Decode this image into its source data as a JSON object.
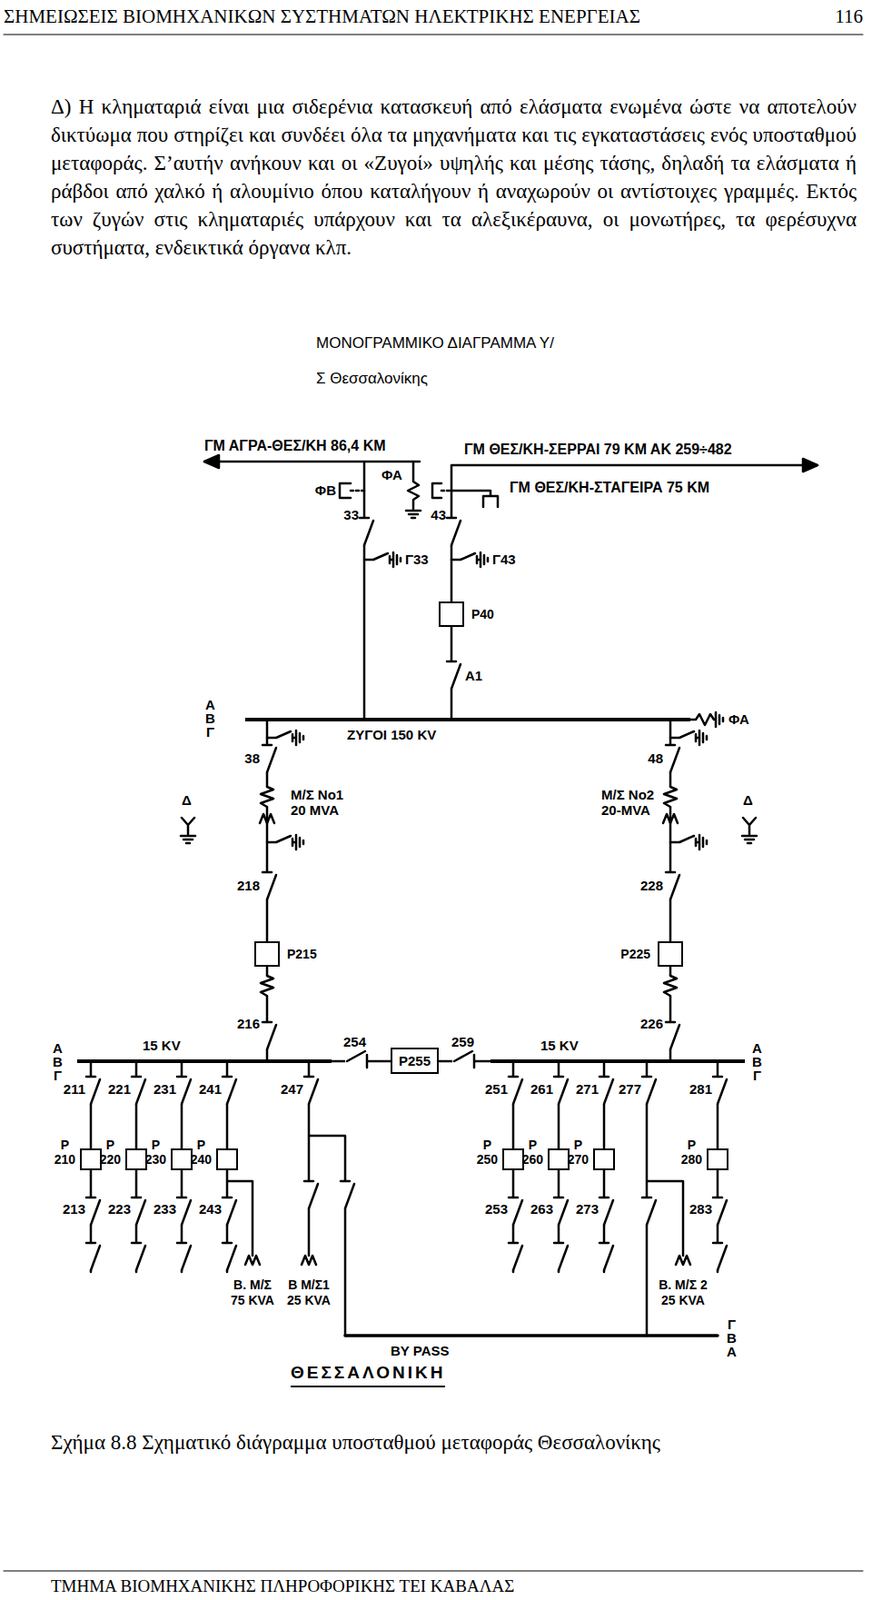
{
  "diagram": {
    "title": "ΜΟΝΟΓΡΑΜΜΙΚΟ ΔΙΑΓΡΑΜΜΑ Υ/Σ Θεσσαλονίκης",
    "caption": "Σχήμα 8.8 Σχηματικό διάγραμμα υποσταθμού μεταφοράς Θεσσαλονίκης",
    "nodes": [
      {
        "text": [
          "P40"
        ]
      },
      {
        "text": [
          "ΖΥΓΟΙ 150 KV"
        ]
      },
      {
        "text": [
          "P215"
        ]
      },
      {
        "text": [
          "P225"
        ]
      },
      {
        "text": [
          "15 KV"
        ]
      },
      {
        "text": [
          "P255"
        ]
      },
      {
        "text": [
          "15 KV"
        ]
      },
      {
        "text": [
          "P 210"
        ]
      },
      {
        "text": [
          "P 220"
        ]
      },
      {
        "text": [
          "P 230"
        ]
      },
      {
        "text": [
          "P 240"
        ]
      },
      {
        "text": [
          "P 250"
        ]
      },
      {
        "text": [
          "P 260"
        ]
      },
      {
        "text": [
          "P 270"
        ]
      },
      {
        "text": [
          "P 280"
        ]
      }
    ],
    "edges": [
      {
        "from": 0,
        "to": 1,
        "arrow": "none"
      },
      {
        "from": 1,
        "to": 2,
        "arrow": "none"
      },
      {
        "from": 1,
        "to": 3,
        "arrow": "none"
      },
      {
        "from": 2,
        "to": 4,
        "arrow": "none"
      },
      {
        "from": 3,
        "to": 6,
        "arrow": "none"
      },
      {
        "from": 4,
        "to": 5,
        "arrow": "none"
      },
      {
        "from": 5,
        "to": 6,
        "arrow": "none"
      },
      {
        "from": 4,
        "to": 7,
        "arrow": "none"
      },
      {
        "from": 4,
        "to": 8,
        "arrow": "none"
      },
      {
        "from": 4,
        "to": 9,
        "arrow": "none"
      },
      {
        "from": 4,
        "to": 10,
        "arrow": "none"
      },
      {
        "from": 6,
        "to": 11,
        "arrow": "none"
      },
      {
        "from": 6,
        "to": 12,
        "arrow": "none"
      },
      {
        "from": 6,
        "to": 13,
        "arrow": "none"
      },
      {
        "from": 6,
        "to": 14,
        "arrow": "none"
      }
    ],
    "labels": [
      "ΣΗΜΕΙΩΣΕΙΣ ΒΙΟΜΗΧΑΝΙΚΩΝ ΣΥΣΤΗΜΑΤΩΝ ΗΛΕΚΤΡΙΚΗΣ ΕΝΕΡΓΕΙΑΣ",
      "116",
      "Δ) Η κληματαριά είναι μια σιδερένια κατασκευή από ελάσματα ενωμένα ώστε να αποτελούν δικτύωμα που στηρίζει και συνδέει όλα τα μηχανήματα και τις εγκαταστάσεις ενός υποσταθμού μεταφοράς. Σ’αυτήν ανήκουν και οι «Ζυγοί» υψηλής και μέσης τάσης, δηλαδή τα ελάσματα ή ράβδοι από χαλκό ή αλουμίνιο όπου καταλήγουν ή αναχωρούν οι αντίστοιχες γραμμές. Εκτός των ζυγών στις κληματαριές υπάρχουν και τα αλεξικέραυνα, οι μονωτήρες, τα φερέσυχνα συστήματα, ενδεικτικά όργανα κλπ.",
      "ΓΜ ΑΓΡΑ-ΘΕΣ/ΚΗ 86,4 ΚΜ",
      "ΦΒ",
      "ΦΑ",
      "33",
      "Γ33",
      "ΓΜ ΘΕΣ/ΚΗ-ΣΕΡΡΑΙ 79 ΚΜ ΑΚ 259÷482",
      "ΓΜ ΘΕΣ/ΚΗ-ΣΤΑΓΕΙΡΑ 75 ΚΜ",
      "43",
      "Γ43",
      "Α1",
      "Α Β Γ",
      "ΦΑ",
      "38",
      "Μ/Σ Νο1 20 MVA",
      "Δ",
      "48",
      "Μ/Σ Νο2 20-MVA",
      "Δ",
      "218",
      "228",
      "216",
      "226",
      "Α Β Γ",
      "254",
      "259",
      "Α Β Γ",
      "211",
      "221",
      "231",
      "241",
      "247",
      "251",
      "261",
      "271",
      "277",
      "281",
      "213",
      "223",
      "233",
      "243",
      "253",
      "263",
      "273",
      "283",
      "Β. Μ/Σ 75 KVA",
      "Β Μ/Σ1 25 KVA",
      "Β. Μ/Σ 2 25 KVA",
      "BY PASS",
      "Γ Β Α",
      "ΘΕΣΣΑΛΟΝΙΚΗ",
      "ΤΜΗΜΑ ΒΙΟΜΗΧΑΝΙΚΗΣ ΠΛΗΡΟΦΟΡΙΚΗΣ ΤΕΙ ΚΑΒΑΛΑΣ"
    ]
  }
}
